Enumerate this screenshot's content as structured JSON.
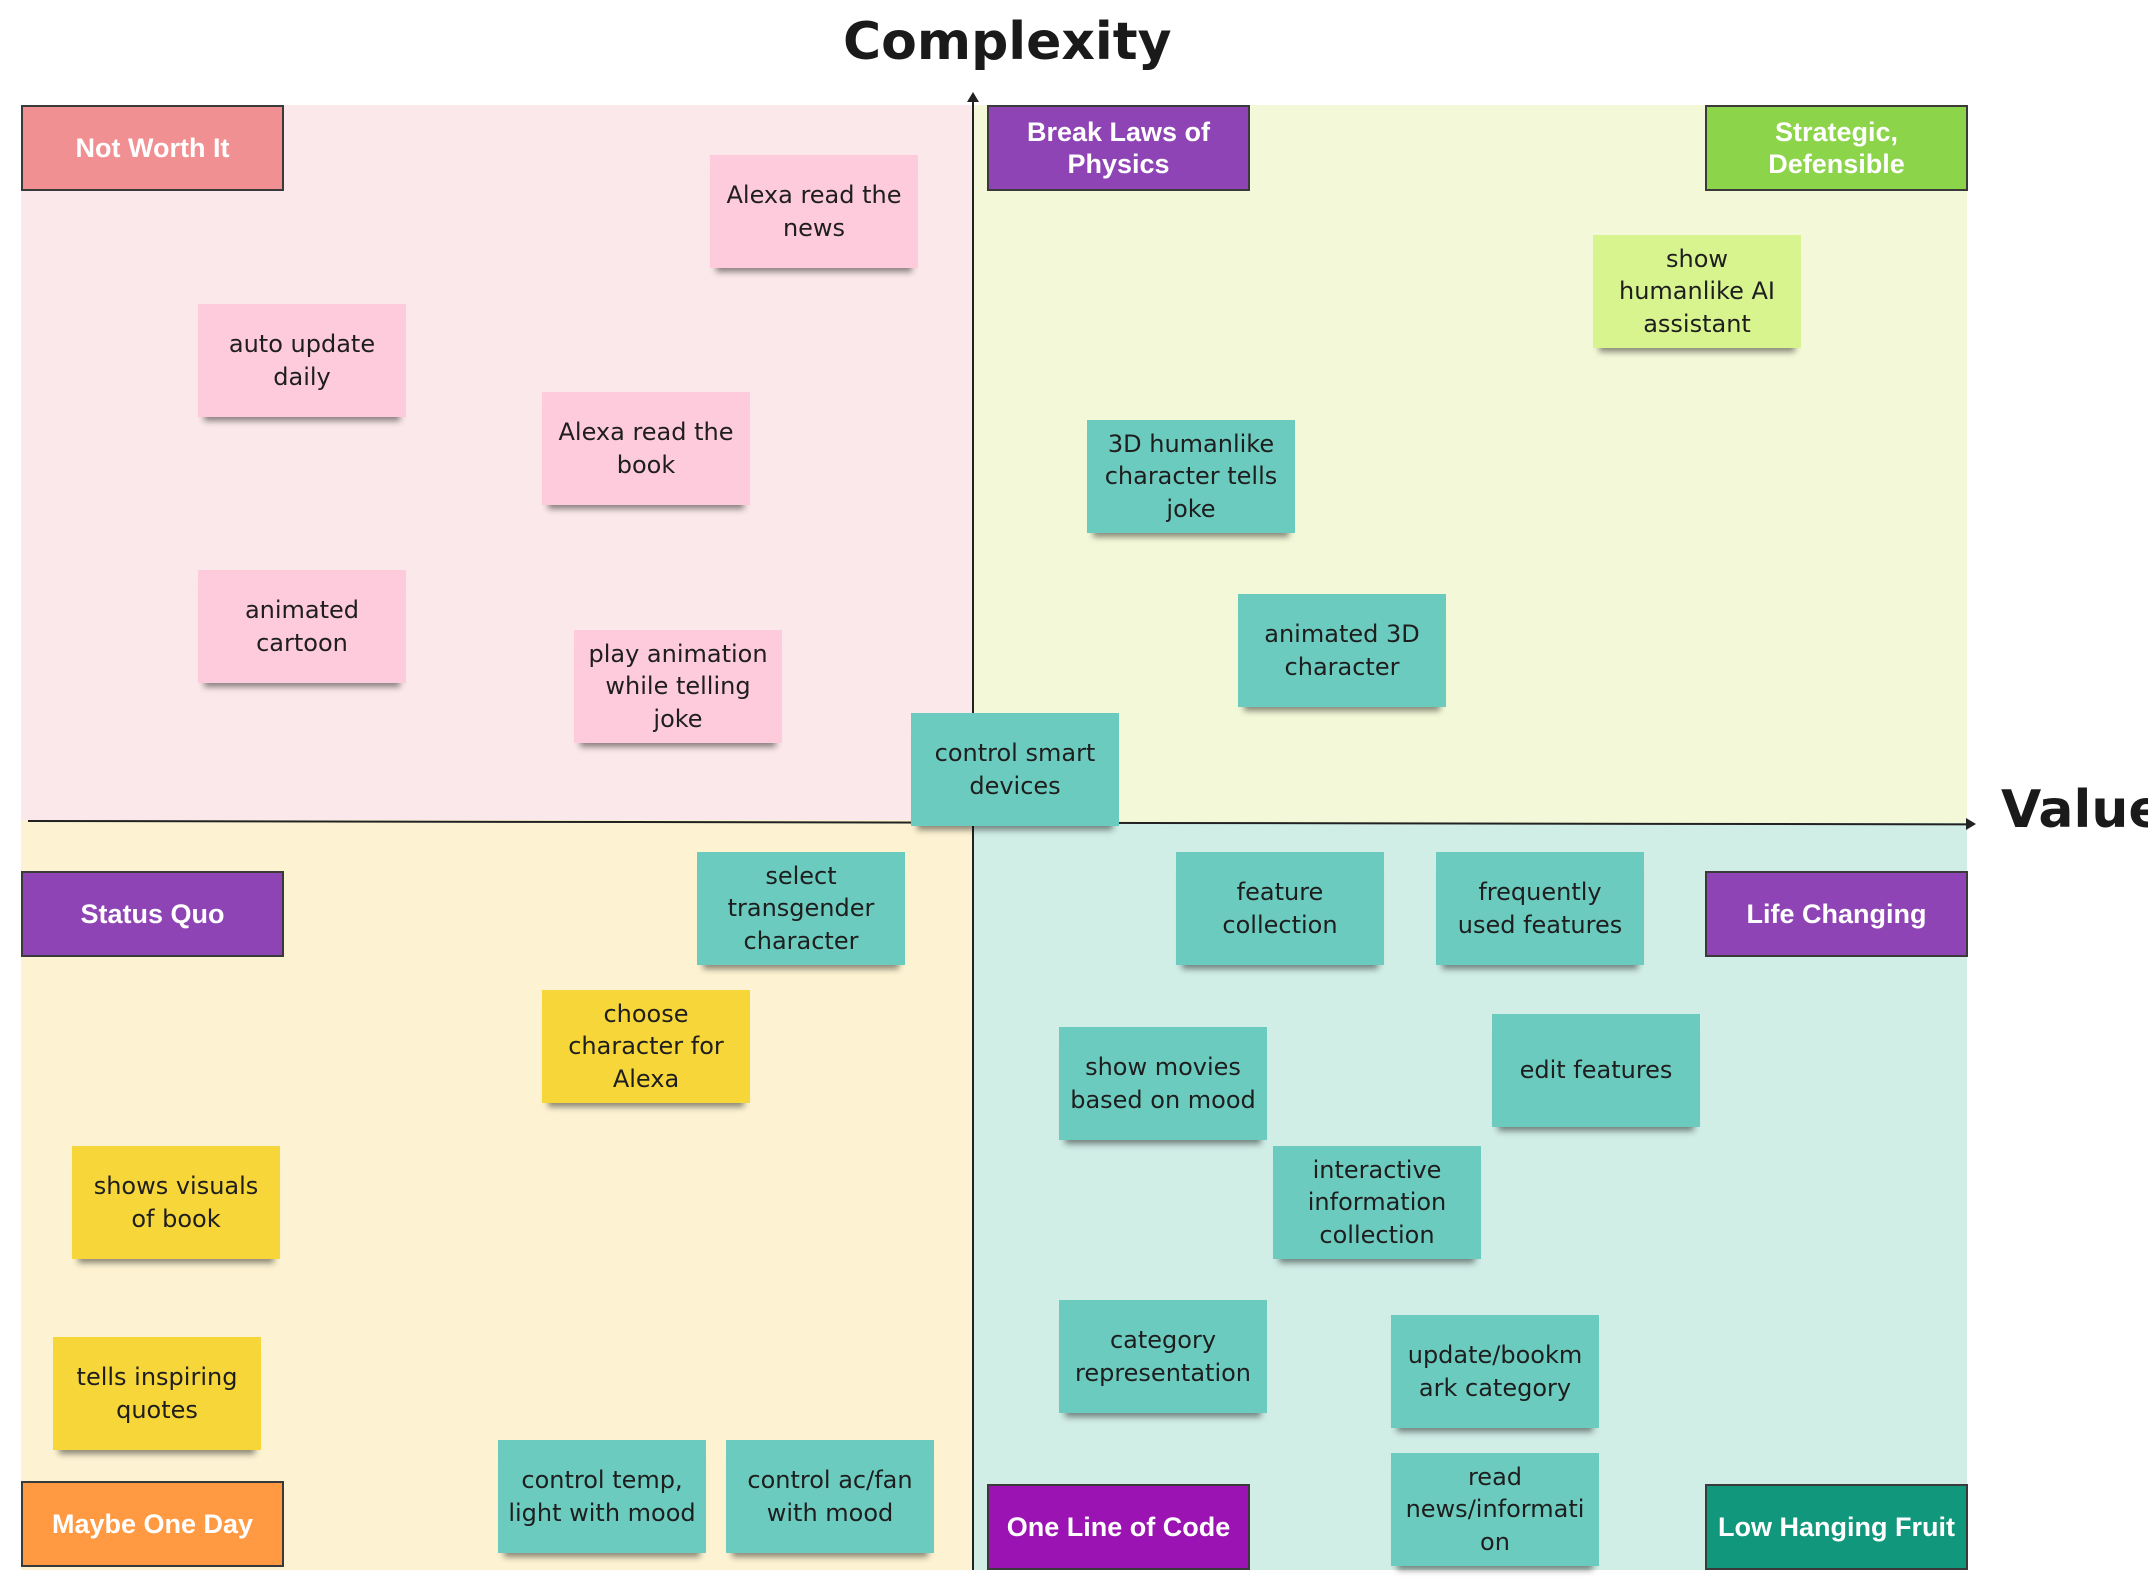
{
  "axes": {
    "y_label": "Complexity",
    "x_label": "Value"
  },
  "colors": {
    "q_top_left": "#fbe8ea",
    "q_top_right": "#f3f9d8",
    "q_bottom_left": "#fdf3d2",
    "q_bottom_right": "#d0ede6"
  },
  "tags": {
    "not_worth_it": "Not Worth It",
    "break_laws": "Break Laws of Physics",
    "strategic": "Strategic, Defensible",
    "status_quo": "Status Quo",
    "life_changing": "Life Changing",
    "maybe_one_day": "Maybe One Day",
    "one_line": "One Line of Code",
    "low_hanging": "Low Hanging Fruit"
  },
  "notes": {
    "alexa_news": "Alexa read the news",
    "auto_update": "auto update daily",
    "alexa_book": "Alexa read the book",
    "animated_cartoon": "animated cartoon",
    "play_animation": "play animation while telling joke",
    "humanlike_ai": "show humanlike AI  assistant",
    "char_3d_joke": "3D humanlike character tells joke",
    "animated_3d": "animated 3D character",
    "control_smart": "control smart devices",
    "select_trans": "select transgender character",
    "choose_char": "choose character for Alexa",
    "shows_visuals": "shows visuals of book",
    "inspiring": "tells inspiring quotes",
    "control_temp": "control temp, light with mood",
    "control_ac": "control ac/fan with mood",
    "feature_coll": "feature collection",
    "freq_used": "frequently used features",
    "show_movies": "show movies based on mood",
    "edit_features": "edit features",
    "interactive": "interactive information collection",
    "category_rep": "category representation",
    "update_bookmark": "update/bookmark category",
    "read_news": "read news/information"
  }
}
